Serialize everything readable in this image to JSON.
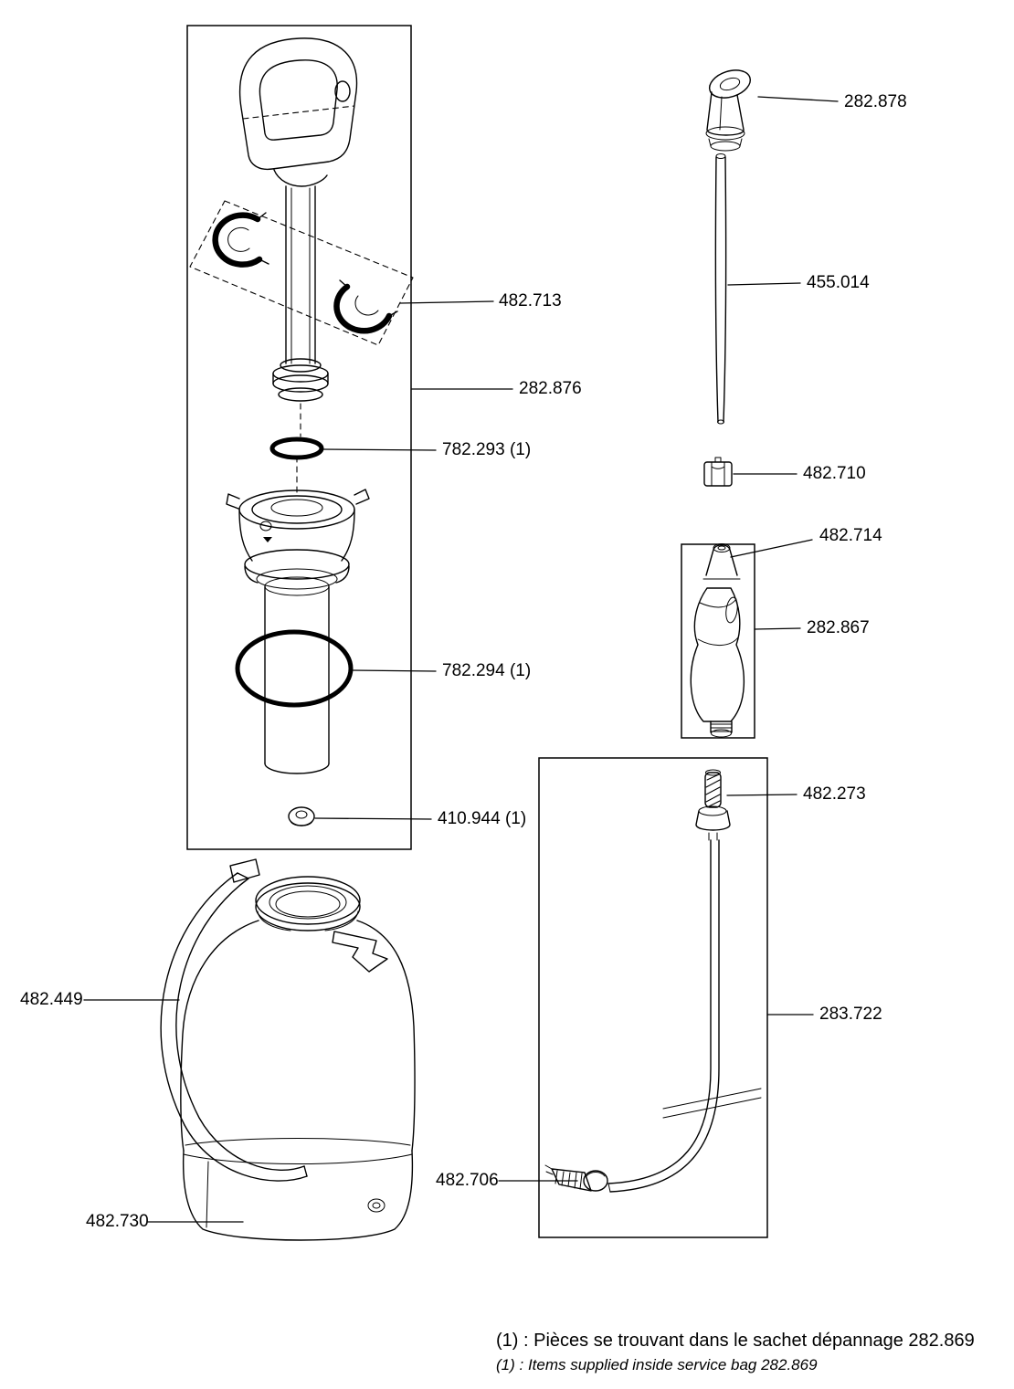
{
  "diagram": {
    "type": "exploded-parts-diagram",
    "colors": {
      "line": "#000000",
      "background": "#ffffff"
    }
  },
  "parts": {
    "p482713": "482.713",
    "p282876": "282.876",
    "p782293": "782.293 (1)",
    "p782294": "782.294 (1)",
    "p410944": "410.944 (1)",
    "p482449": "482.449",
    "p482730": "482.730",
    "p282878": "282.878",
    "p455014": "455.014",
    "p482710": "482.710",
    "p482714": "482.714",
    "p282867": "282.867",
    "p482273": "482.273",
    "p283722": "283.722",
    "p482706": "482.706"
  },
  "footnotes": {
    "fr": "(1) : Pièces se trouvant dans le sachet dépannage 282.869",
    "en": "(1) : Items supplied inside service bag 282.869"
  }
}
